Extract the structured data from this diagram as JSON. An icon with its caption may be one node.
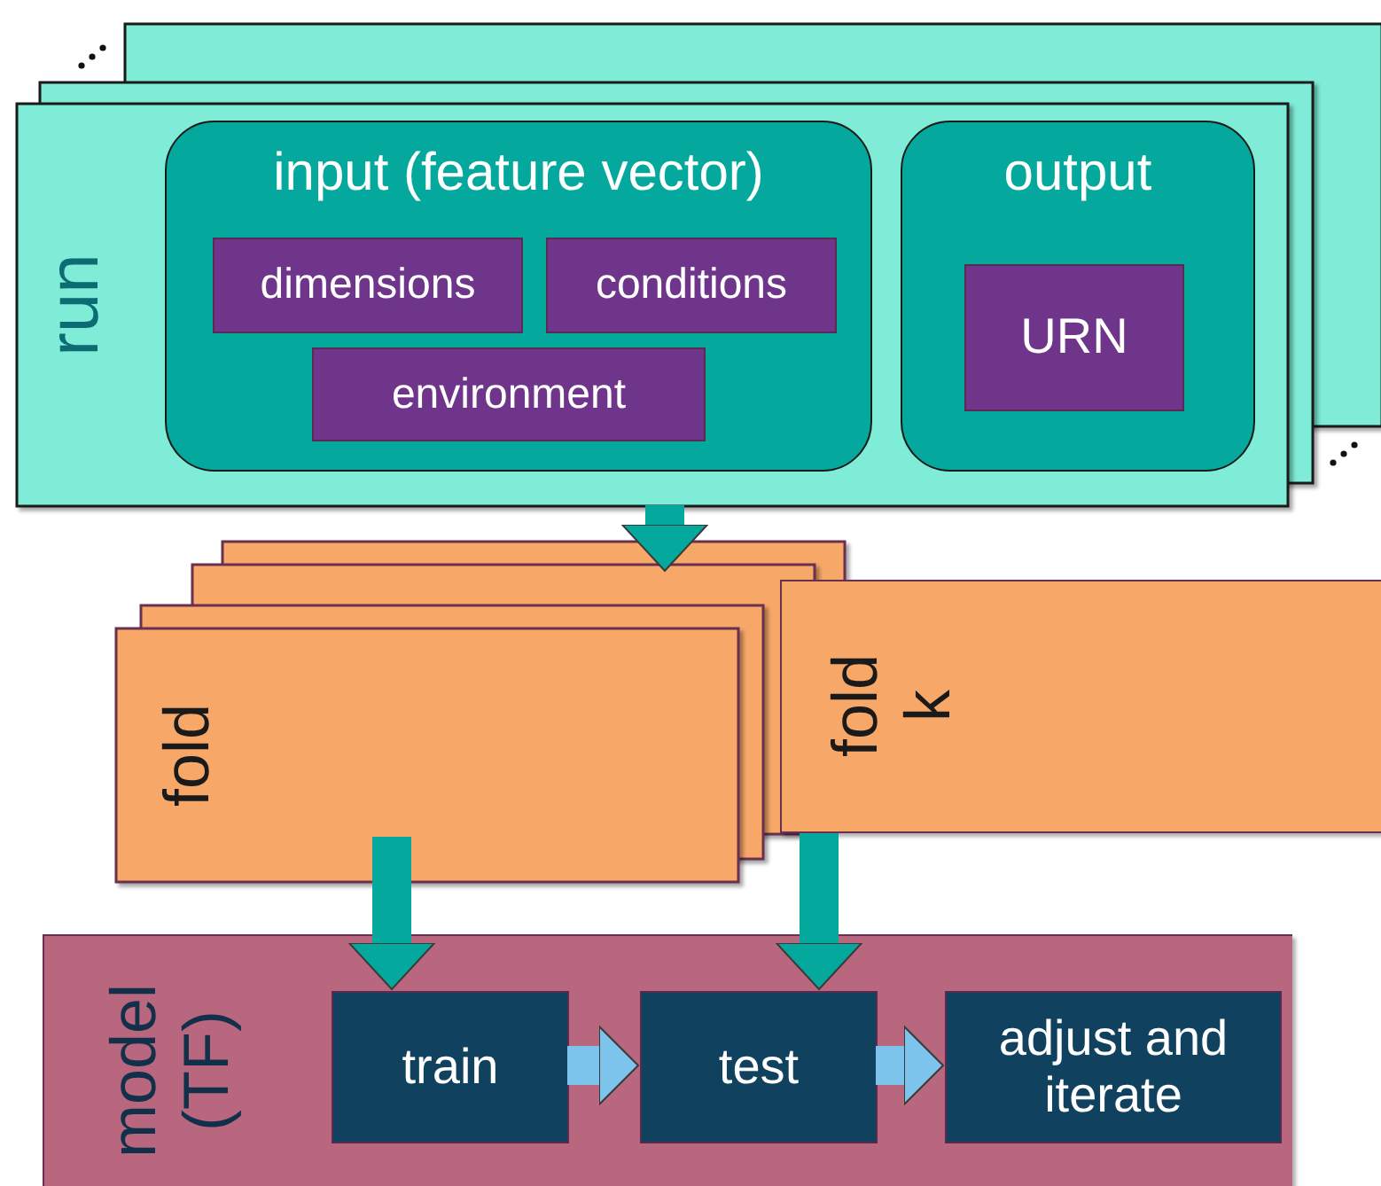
{
  "diagram": {
    "nodes": [
      {
        "text": [
          "run"
        ]
      },
      {
        "text": [
          "input (feature vector)"
        ],
        "in": 0
      },
      {
        "text": [
          "dimensions"
        ],
        "in": 1
      },
      {
        "text": [
          "conditions"
        ],
        "in": 1
      },
      {
        "text": [
          "environment"
        ],
        "in": 1
      },
      {
        "text": [
          "output"
        ],
        "in": 0
      },
      {
        "text": [
          "URN"
        ],
        "in": 5
      },
      {
        "text": [
          "fold"
        ]
      },
      {
        "text": [
          "fold k"
        ]
      },
      {
        "text": [
          "model (TF)"
        ]
      },
      {
        "text": [
          "train"
        ],
        "in": 9
      },
      {
        "text": [
          "test"
        ],
        "in": 9
      },
      {
        "text": [
          "adjust and iterate"
        ],
        "in": 9
      }
    ],
    "edges": [
      {
        "from": 0,
        "to": 7,
        "arrow": "to"
      },
      {
        "from": 7,
        "to": 10,
        "arrow": "to"
      },
      {
        "from": 8,
        "to": 11,
        "arrow": "to"
      },
      {
        "from": 10,
        "to": 11,
        "arrow": "to",
        "color": "#7cc4ec"
      },
      {
        "from": 11,
        "to": 12,
        "arrow": "to",
        "color": "#7cc4ec"
      }
    ]
  }
}
